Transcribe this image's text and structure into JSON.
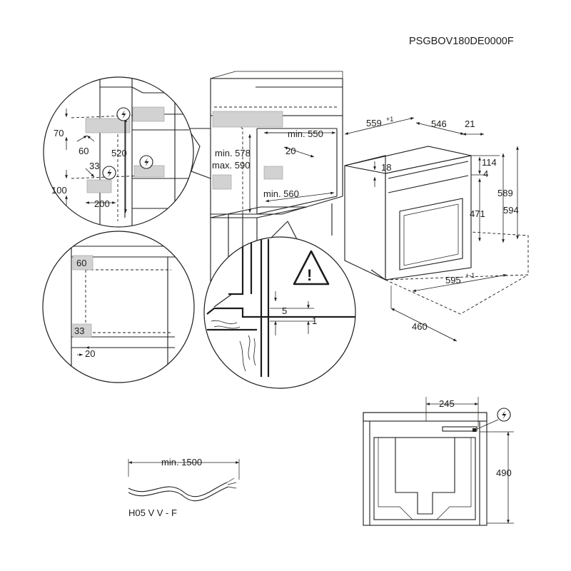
{
  "product_code": "PSGBOV180DE0000F",
  "cabinet": {
    "min_width": "min. 560",
    "min_height": "min. 550",
    "opening_min": "min. 578",
    "opening_max": "max. 590",
    "depth_gap": "20"
  },
  "detail_top_left": {
    "d70": "70",
    "d60": "60",
    "d520": "520",
    "d33": "33",
    "d100": "100",
    "d200": "200"
  },
  "detail_mid_left": {
    "d60": "60",
    "d33": "33",
    "d20": "20"
  },
  "detail_bottom_center": {
    "d5": "5",
    "d1": "1"
  },
  "oven": {
    "depth_total": "559",
    "depth_tolerance": "+1",
    "depth_body": "546",
    "front": "21",
    "d18": "18",
    "d114": "114",
    "d4": "4",
    "h471": "471",
    "h589": "589",
    "h594": "594",
    "width": "595",
    "width_tolerance": "+-1",
    "d460": "460"
  },
  "rear_view": {
    "d245": "245",
    "d490": "490"
  },
  "cable": {
    "min_length": "min. 1500",
    "type": "H05 V V - F"
  },
  "icons": [
    "electric-connection-icon",
    "warning-triangle-icon"
  ]
}
